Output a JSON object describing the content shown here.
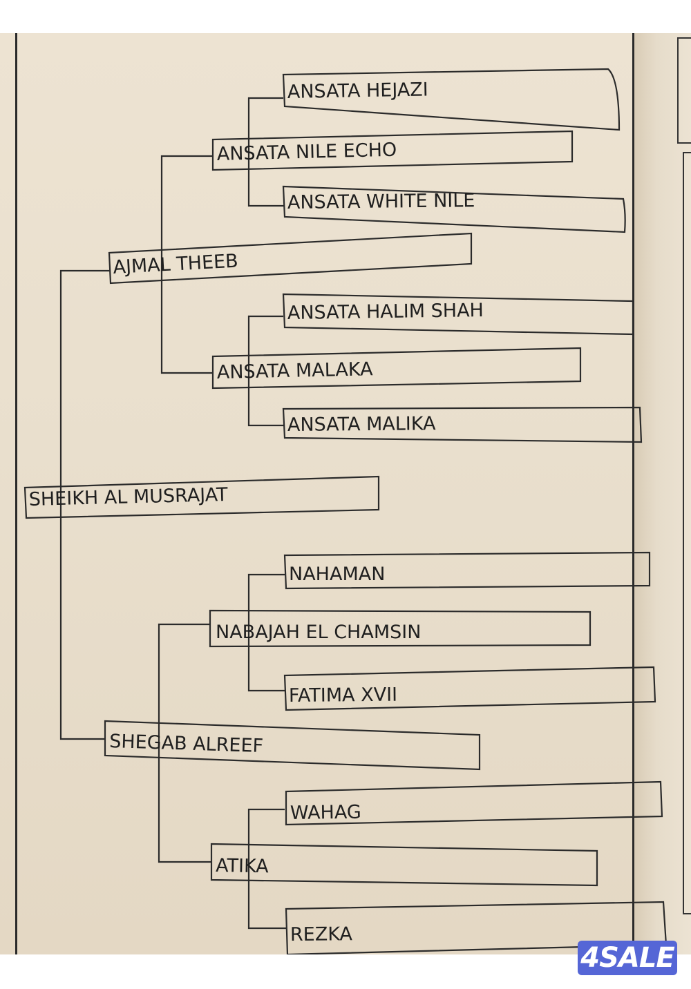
{
  "pedigree": {
    "subject": "SHEIKH AL MUSRAJAT",
    "sire": "AJMAL THEEB",
    "dam": "SHEGAB ALREEF",
    "sire_sire": "ANSATA NILE ECHO",
    "sire_dam": "ANSATA MALAKA",
    "dam_sire": "NABAJAH EL CHAMSIN",
    "dam_dam": "ATIKA",
    "ancestors": [
      "ANSATA HEJAZI",
      "ANSATA WHITE NILE",
      "ANSATA HALIM SHAH",
      "ANSATA MALIKA",
      "NAHAMAN",
      "FATIMA XVII",
      "WAHAG",
      "REZKA"
    ]
  },
  "watermark": {
    "text": "4SALE",
    "color": "#5566d6"
  }
}
